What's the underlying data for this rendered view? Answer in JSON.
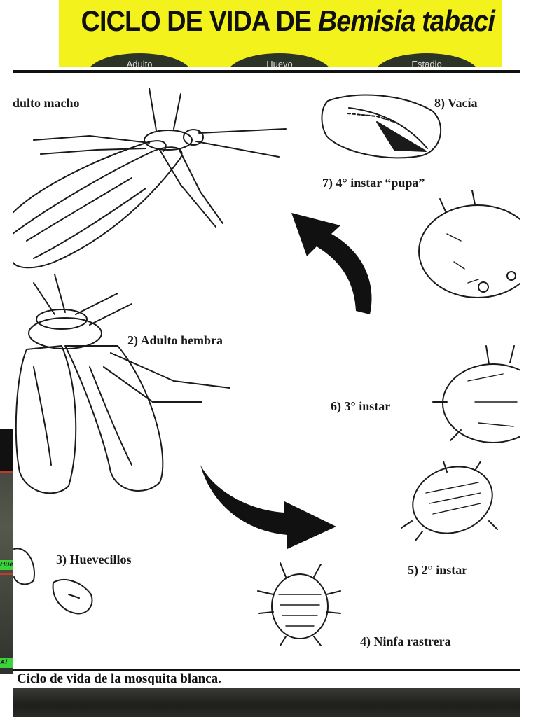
{
  "banner": {
    "title_plain": "CICLO DE VIDA DE ",
    "title_italic": "Bemisia tabaci",
    "discs": [
      "Adulto",
      "Huevo",
      "Estadio"
    ]
  },
  "side": {
    "text_1": "Hue",
    "text_2": "Al"
  },
  "stages": {
    "adult_male": "dulto macho",
    "adult_female": "2) Adulto hembra",
    "eggs": "3) Huevecillos",
    "crawler": "4) Ninfa rastrera",
    "instar2": "5) 2° instar",
    "instar3": "6) 3° instar",
    "pupa": "7) 4° instar “pupa”",
    "empty": "8) Vacía"
  },
  "caption": "Ciclo de vida de la mosquita blanca.",
  "colors": {
    "banner_bg": "#f4f21c",
    "ink": "#111111"
  }
}
